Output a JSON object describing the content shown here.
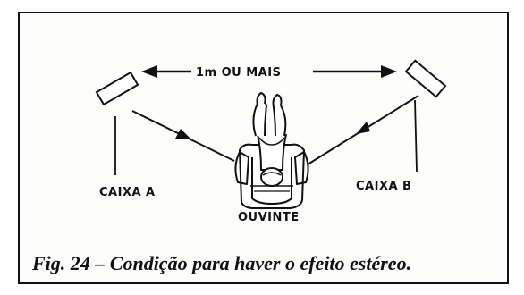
{
  "diagram": {
    "distance_label": "1m OU MAIS",
    "speaker_a_label": "CAIXA A",
    "speaker_b_label": "CAIXA B",
    "listener_label": "OUVINTE"
  },
  "caption": {
    "text": "Fig. 24 – Condição para haver o efeito estéreo."
  },
  "colors": {
    "ink": "#111111",
    "paper": "#fdfdfb"
  }
}
